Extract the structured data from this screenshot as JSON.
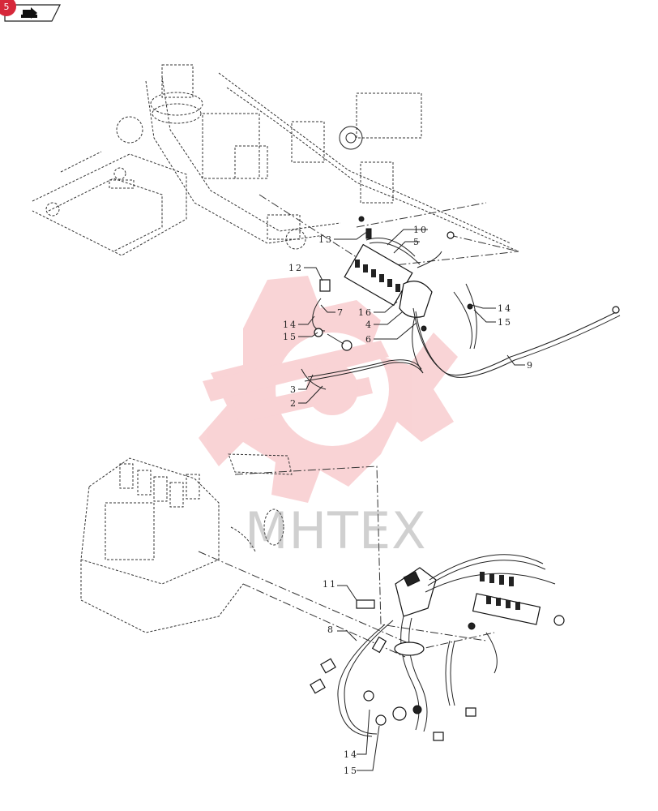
{
  "nav": {
    "badge": "5",
    "icon": "next-page-arrow-icon"
  },
  "watermark": {
    "text": "МНТЕХ",
    "color": "#e53a44"
  },
  "callouts": {
    "c13": "13",
    "c10": "10",
    "c5": "5",
    "c12": "12",
    "c7": "7",
    "c16": "16",
    "c4": "4",
    "c6": "6",
    "c14a": "14",
    "c15a": "15",
    "c14b": "14",
    "c15b": "15",
    "c9": "9",
    "c3": "3",
    "c2": "2",
    "c11": "11",
    "c8": "8",
    "c14c": "14",
    "c15c": "15"
  }
}
